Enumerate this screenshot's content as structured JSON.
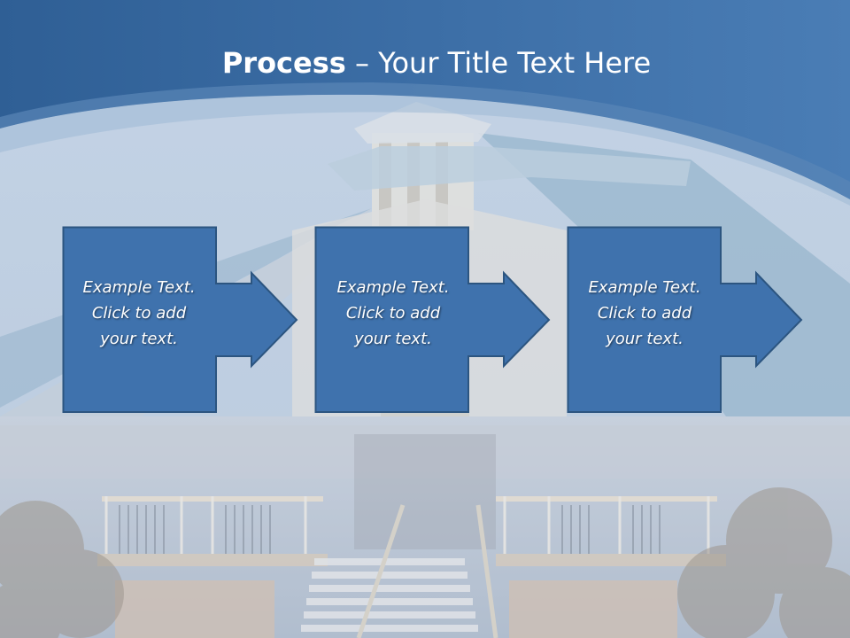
{
  "slide": {
    "title_bold": "Process",
    "title_rest": " – Your Title Text Here",
    "steps": [
      {
        "line1": "Example Text.",
        "line2": "Click  to add",
        "line3": "your text."
      },
      {
        "line1": "Example Text.",
        "line2": "Click  to add",
        "line3": "your text."
      },
      {
        "line1": "Example Text.",
        "line2": "Click  to add",
        "line3": "your text."
      }
    ]
  },
  "colors": {
    "header_blue": "#3e6fa6",
    "header_dark": "#2f5e93",
    "box_fill": "#3f72ad",
    "box_border": "#2c5580",
    "sky": "#a9c1da",
    "roof": "#8fb0c9"
  },
  "icons": [
    "right-arrow-icon"
  ]
}
